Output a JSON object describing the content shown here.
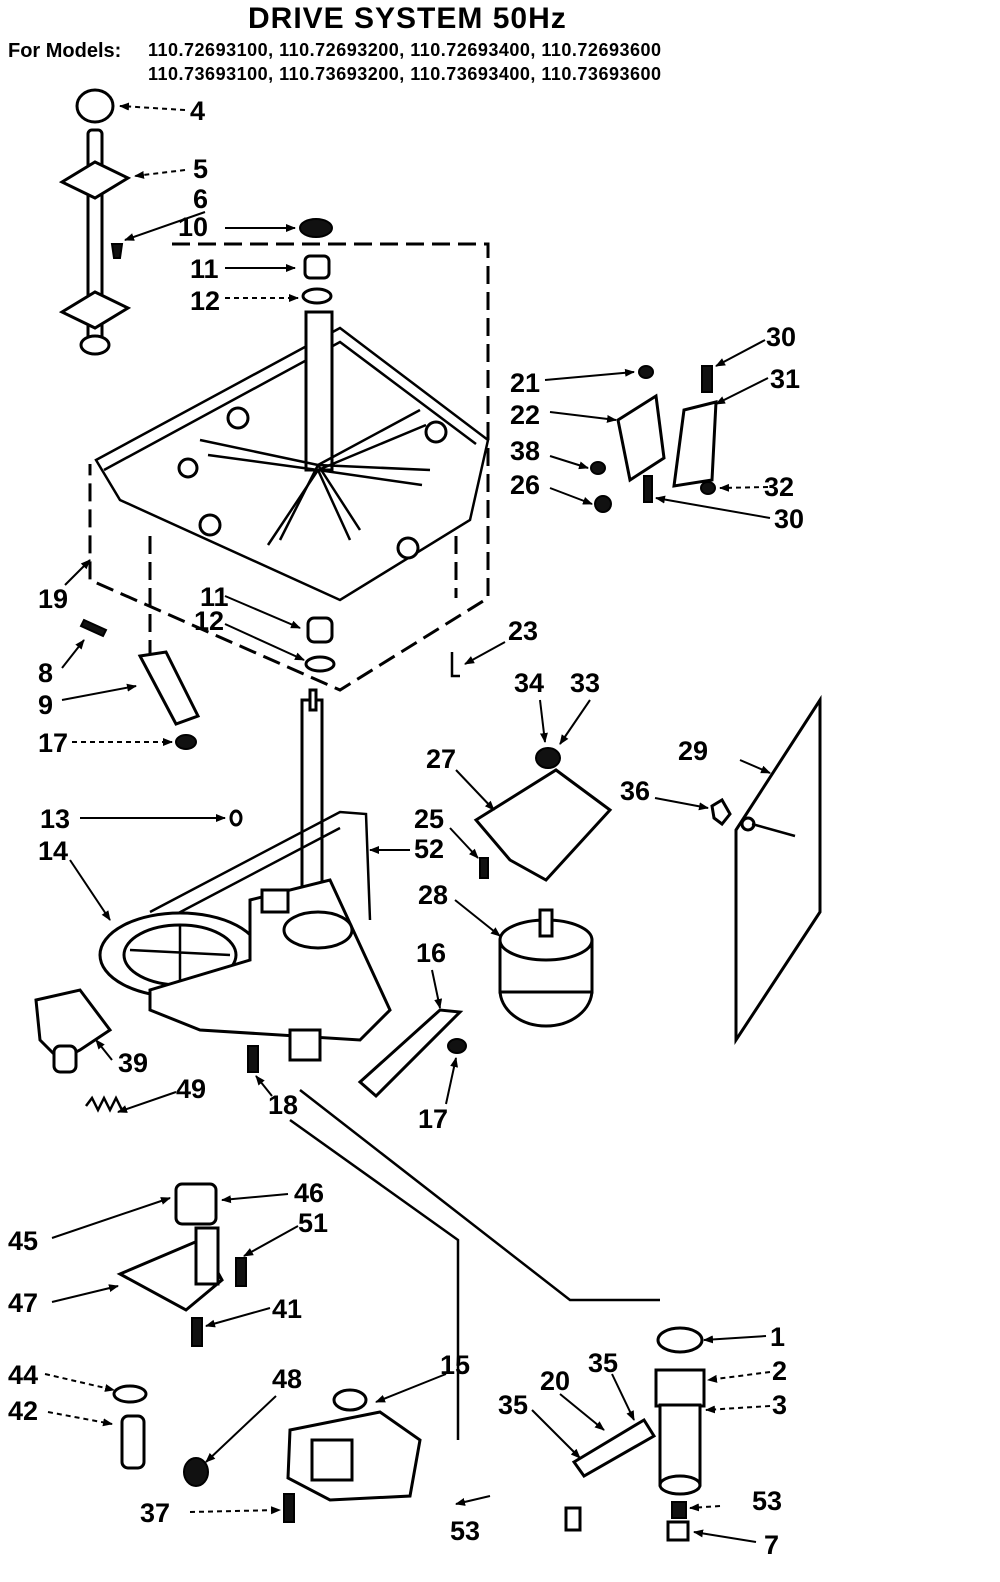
{
  "diagram": {
    "title": "DRIVE SYSTEM 50Hz",
    "models_label": "For Models:",
    "models_line_1": "110.72693100, 110.72693200, 110.72693400, 110.72693600",
    "models_line_2": "110.73693100, 110.73693200, 110.73693400, 110.73693600",
    "part_numbers": {
      "p1": "1",
      "p2": "2",
      "p3": "3",
      "p4": "4",
      "p5": "5",
      "p6": "6",
      "p7": "7",
      "p8": "8",
      "p9": "9",
      "p10": "10",
      "p11_top": "11",
      "p11_bottom": "11",
      "p12_top": "12",
      "p12_bottom": "12",
      "p13": "13",
      "p14": "14",
      "p15": "15",
      "p16": "16",
      "p17_left": "17",
      "p17_right": "17",
      "p18": "18",
      "p19": "19",
      "p20": "20",
      "p21": "21",
      "p22": "22",
      "p23": "23",
      "p25": "25",
      "p26": "26",
      "p27": "27",
      "p28": "28",
      "p29": "29",
      "p30_top": "30",
      "p30_bottom": "30",
      "p31": "31",
      "p32": "32",
      "p33": "33",
      "p34": "34",
      "p35_left": "35",
      "p35_right": "35",
      "p36": "36",
      "p37": "37",
      "p38": "38",
      "p39": "39",
      "p41": "41",
      "p42": "42",
      "p44": "44",
      "p45": "45",
      "p46": "46",
      "p47": "47",
      "p48": "48",
      "p49": "49",
      "p51": "51",
      "p52": "52",
      "p53_right": "53",
      "p53_bottom": "53"
    }
  }
}
